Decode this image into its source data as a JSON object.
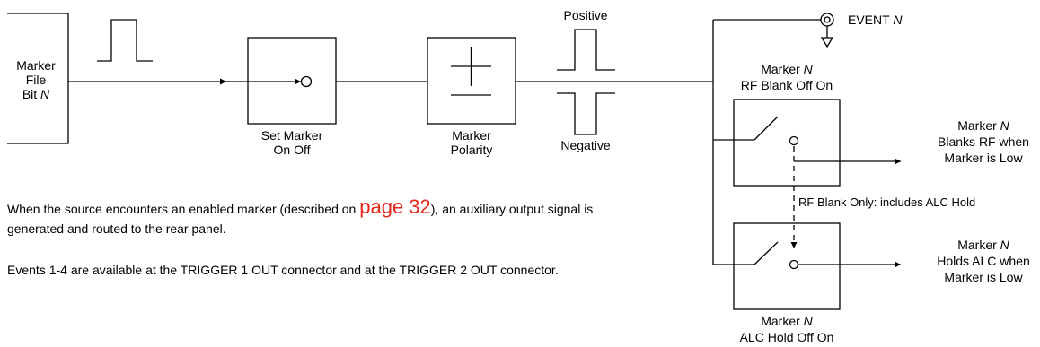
{
  "diagram": {
    "marker_file": [
      "Marker",
      "File",
      "Bit "
    ],
    "n": "N",
    "set_marker": [
      "Set Marker",
      "On Off"
    ],
    "marker_polarity": [
      "Marker",
      "Polarity"
    ],
    "positive": "Positive",
    "negative": "Negative",
    "event": "EVENT ",
    "rf_blank_marker": "Marker ",
    "rf_blank_off_on": "RF Blank Off On",
    "blanks_rf": [
      "Marker ",
      "Blanks RF when",
      "Marker is Low"
    ],
    "rf_blank_only": "RF Blank Only: includes ALC Hold",
    "holds_alc": [
      "Marker ",
      "Holds ALC when",
      "Marker is Low"
    ],
    "alc_marker": "Marker ",
    "alc_hold_off_on": "ALC Hold Off On"
  },
  "text": {
    "para1_a": "When the source encounters an enabled marker (described on ",
    "page_link": "page 32",
    "para1_b": "), an auxiliary output signal is generated and routed to the rear panel.",
    "para2": "Events 1-4 are available at the TRIGGER 1 OUT connector and at the TRIGGER 2 OUT connector."
  }
}
